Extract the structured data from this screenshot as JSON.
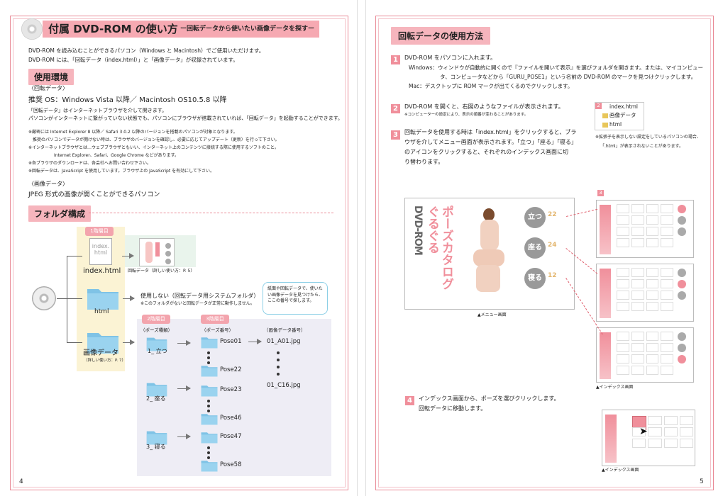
{
  "left": {
    "title": "付属 DVD-ROM の使い方",
    "subtitle": "ー回転データから使いたい画像データを探すー",
    "intro": [
      "DVD-ROM を読み込むことができるパソコン（Windows と Macintosh）でご使用いただけます。",
      "DVD-ROM には、「回転データ（index.html）」と「画像データ」が収録されています。"
    ],
    "env_heading": "使用環境",
    "env_sub1": "〈回転データ〉",
    "env_os": "推奨 OS：Windows Vista 以降／ Macintosh OS10.5.8 以降",
    "env_lines": [
      "「回転データ」はインターネットブラウザを介して開きます。",
      "パソコンがインターネットに繋がっていない状態でも、パソコンにブラウザが搭載されていれば、「回転データ」を起動することができます。"
    ],
    "notes": [
      "※厳密には Internet Explorer 8 以降／ Safari 3.0.2 以降のバージョンを搭載のパソコンが対象となります。",
      "　推奨のパソコンでデータが開けない時は、ブラウザのバージョンを確認し、必要に応じてアップデート（更新）を行って下さい。",
      "※インターネットブラウザとは…ウェブブラウザともいい、インターネット上のコンテンツに接続する際に使用するソフトのこと。",
      "　　　　　　Internet Explorer、Safari、Google Chrome などがあります。",
      "※各ブラウザのダウンロードは、各会社へお問い合わせ下さい。",
      "※回転データは、JavaScript を使用しています。ブラウザ上の JavaScript を有効にして下さい。"
    ],
    "env_sub2": "〈画像データ〉",
    "env_jpeg": "JPEG 形式の画像が開くことができるパソコン",
    "folder_heading": "フォルダ構成",
    "tag1": "1階層目",
    "tag2": "2階層目",
    "tag3": "3階層目",
    "file_icon_line1": "index.",
    "file_icon_line2": "html",
    "index_label": "index.html",
    "index_desc": "回転データ（詳しい使い方：P. 5）",
    "html_label": "html",
    "html_desc1": "使用しない（回転データ用システムフォルダ）",
    "html_desc2": "※このフォルダがないと回転データが正常に動作しません。",
    "image_label": "画像データ",
    "image_desc": "（詳しい使い方：P. 7）",
    "bubble": "紙面や回転データで、使いたい画像データを見つけたら、ここの番号で探します。",
    "col2": "（ポーズ種類）",
    "col3": "（ポーズ番号）",
    "col4": "（画像データ番号）",
    "pose_types": [
      "1_ 立つ",
      "2_ 座る",
      "3_ 寝る"
    ],
    "pose_nums": [
      "Pose01",
      "Pose22",
      "Pose23",
      "Pose46",
      "Pose47",
      "Pose58"
    ],
    "files": [
      "01_A01.jpg",
      "01_C16.jpg"
    ],
    "page_no": "4"
  },
  "right": {
    "heading": "回転データの使用方法",
    "step1": "DVD-ROM をパソコンに入れます。",
    "step1_win1": "Windows：ウィンドウが自動的に開くので『ファイルを開いて表示』を選びフォルダを開きます。または、マイコンピュー",
    "step1_win2": "タ、コンピュータなどから「GURU_POSE1」という名前の DVD-ROM のマークを見つけクリックします。",
    "step1_mac": "Mac：デスクトップに ROM マークが出てくるのでクリックします。",
    "step2": "DVD-ROM を開くと、右図のようなファイルが表示されます。",
    "step2_note": "※コンピューターの設定により、表示の順番が変わることがあります。",
    "step3": [
      "回転データを使用する時は「index.html」をクリックすると、ブラ",
      "ウザを介してメニュー画面が表示されます。「立つ」「座る」「寝る」",
      "のアイコンをクリックすると、それぞれのインデックス画面に切",
      "り替わります。"
    ],
    "file_list": [
      "index.html",
      "画像データ",
      "html"
    ],
    "ext_note1": "※拡張子を表示しない設定をしているパソコンの場合、",
    "ext_note2": "「.html」が表示されないことがあります。",
    "menu_caption": "▲メニュー画面",
    "index_caption": "▲インデックス画面",
    "menu_brand1": "ぐるぐる",
    "menu_brand2": "ポーズカタログ",
    "menu_dvd": "DVD-ROM",
    "btn_stand": "立つ",
    "btn_sit": "座る",
    "btn_lie": "寝る",
    "count1": "22",
    "count2": "24",
    "count3": "12",
    "step4a": "インデックス画面から、ポーズを選びクリックします。",
    "step4b": "回転データに移動します。",
    "page_no": "5"
  },
  "colors": {
    "accent": "#f08f9b",
    "frame": "#e98a96",
    "folder": "#7fc3e6"
  }
}
